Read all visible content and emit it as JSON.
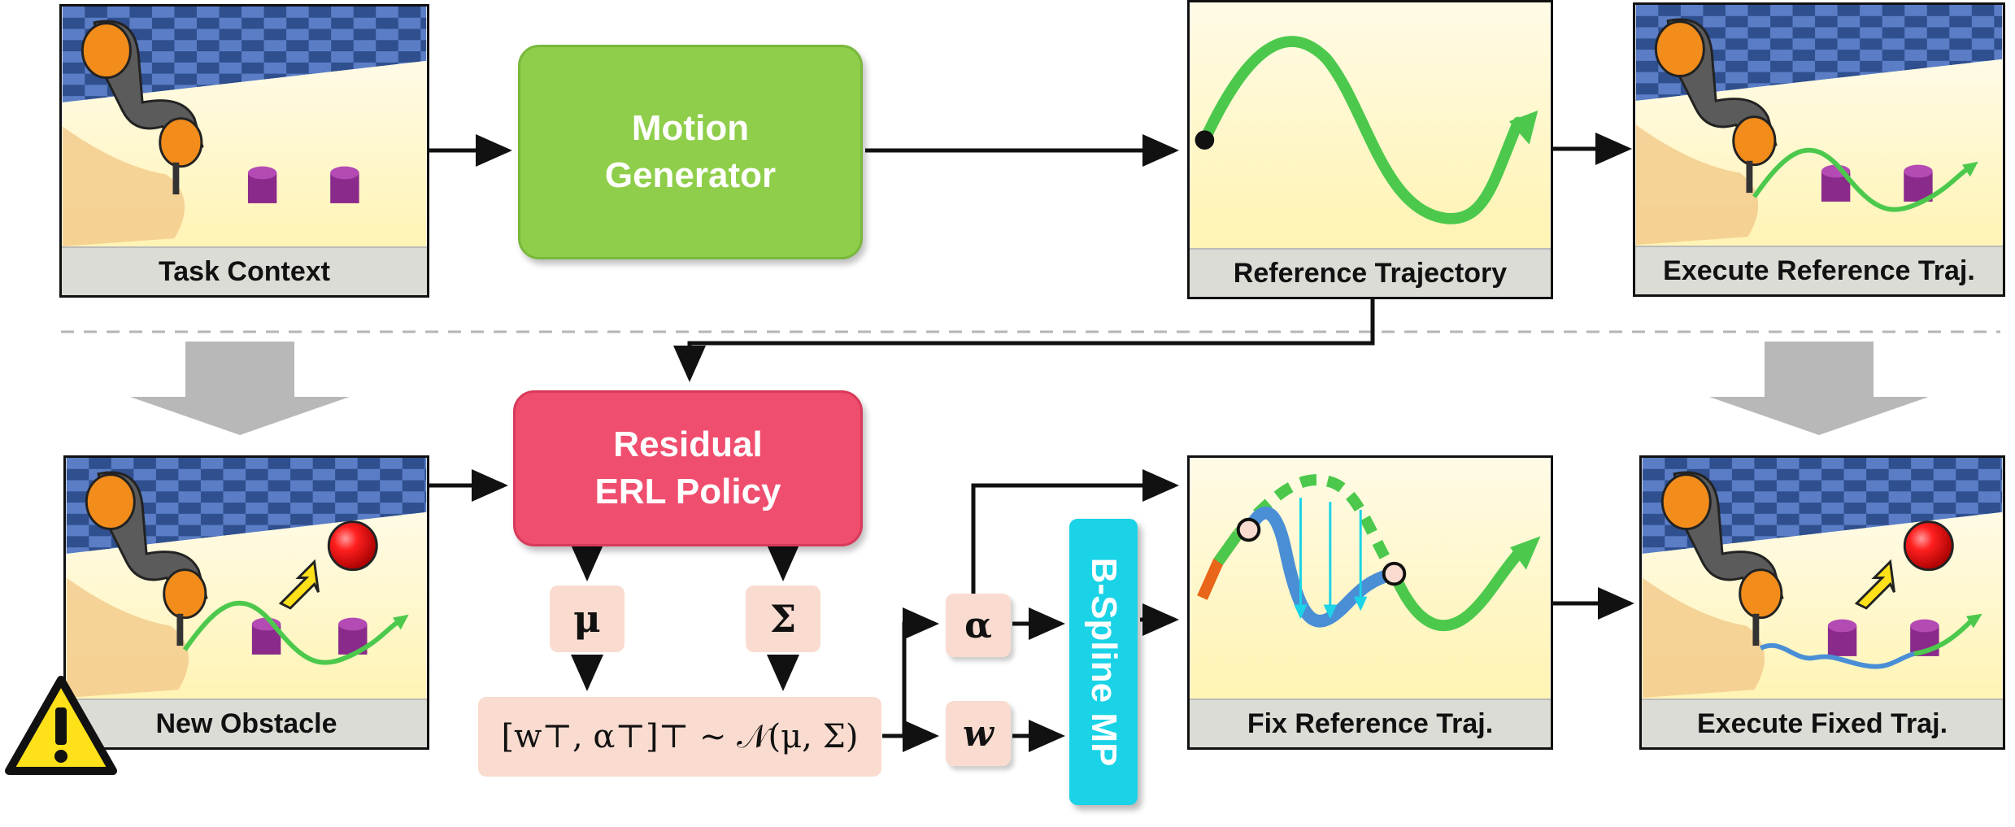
{
  "panels": {
    "task_context": "Task Context",
    "reference_trajectory": "Reference Trajectory",
    "execute_reference": "Execute Reference Traj.",
    "new_obstacle": "New Obstacle",
    "fix_reference": "Fix Reference Traj.",
    "execute_fixed": "Execute Fixed Traj."
  },
  "blocks": {
    "motion_generator": [
      "Motion",
      "Generator"
    ],
    "residual_policy": [
      "Residual",
      "ERL Policy"
    ],
    "bspline": "B-Spline MP"
  },
  "symbols": {
    "mu": "μ",
    "sigma": "Σ",
    "alpha": "α",
    "w": "w",
    "sampling": "[w⊤, α⊤]⊤ ∼ 𝒩(μ, Σ)"
  },
  "colors": {
    "motion_generator": "#8fce4a",
    "residual_policy": "#f04e6e",
    "bspline": "#1ad3e6",
    "chip": "#f9dccf",
    "reference_traj": "#4cc94c",
    "fixed_traj": "#4a8fd6",
    "correction_arrows": "#1ad3e6",
    "warning": "#ffe11a"
  },
  "icons": [
    "robot-arm-icon",
    "obstacle-ball-icon",
    "warning-icon",
    "cylinder-icon"
  ]
}
